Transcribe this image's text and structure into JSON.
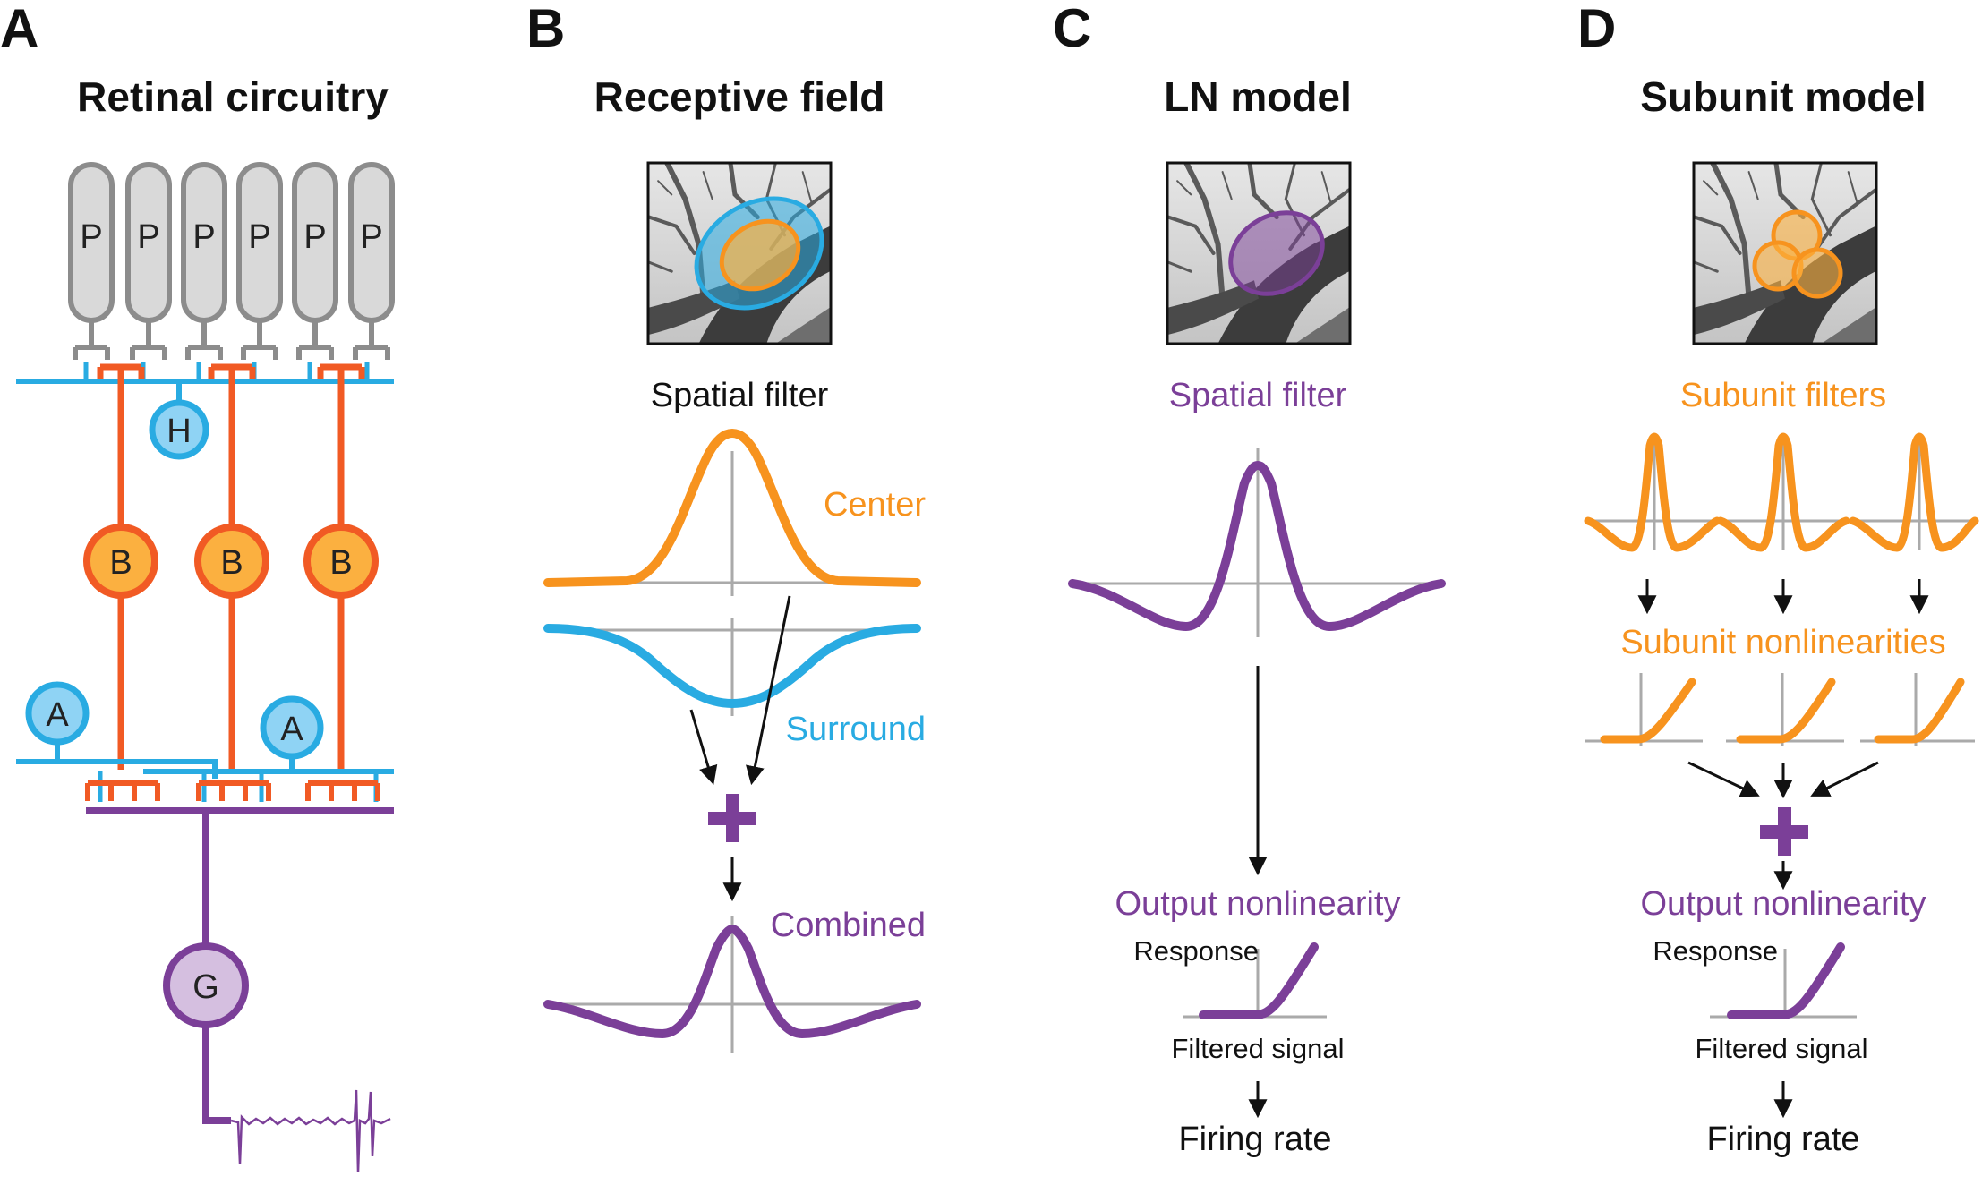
{
  "colors": {
    "orange": "#f7931e",
    "orange_dark": "#f15a24",
    "orange_fill": "#fbb040",
    "blue": "#29abe2",
    "blue_fill": "#8fd3f4",
    "purple": "#7b3f98",
    "purple_fill": "#d5bfe0",
    "gray": "#8c8c8c",
    "gray_fill": "#d9d9d9",
    "axis": "#aaaaaa"
  },
  "panels": {
    "a": {
      "letter": "A",
      "title": "Retinal circuitry",
      "photoreceptor_label": "P",
      "horizontal_label": "H",
      "bipolar_label": "B",
      "amacrine_label": "A",
      "ganglion_label": "G"
    },
    "b": {
      "letter": "B",
      "title": "Receptive field",
      "spatial_filter": "Spatial filter",
      "center": "Center",
      "surround": "Surround",
      "combined": "Combined"
    },
    "c": {
      "letter": "C",
      "title": "LN model",
      "spatial_filter": "Spatial filter",
      "output_nonlinearity": "Output nonlinearity",
      "response": "Response",
      "filtered_signal": "Filtered signal",
      "firing_rate": "Firing rate"
    },
    "d": {
      "letter": "D",
      "title": "Subunit model",
      "subunit_filters": "Subunit filters",
      "subunit_nonlinearities": "Subunit nonlinearities",
      "output_nonlinearity": "Output nonlinearity",
      "response": "Response",
      "filtered_signal": "Filtered signal",
      "firing_rate": "Firing rate"
    }
  }
}
